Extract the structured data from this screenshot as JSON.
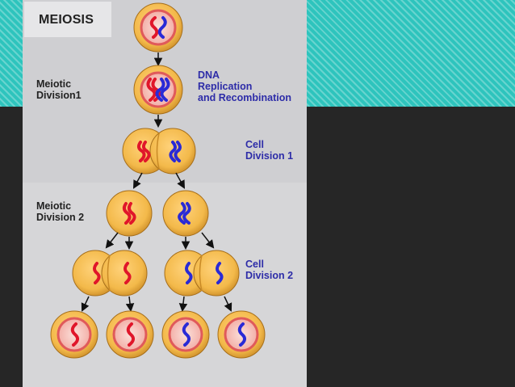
{
  "title": "MEIOSIS",
  "labels": {
    "meiotic_division_1": [
      "Meiotic",
      "Division1"
    ],
    "dna_replication": [
      "DNA",
      "Replication",
      "and Recombination"
    ],
    "cell_division_1": [
      "Cell",
      "Division 1"
    ],
    "meiotic_division_2": [
      "Meiotic",
      "Division 2"
    ],
    "cell_division_2": [
      "Cell",
      "Division 2"
    ]
  },
  "colors": {
    "teal_background": "#2ec4bd",
    "dark_background": "#262626",
    "panel": "#d6d6d8",
    "cell_fill": "#f3b94a",
    "nucleus_ring": "#e05a5a",
    "nucleus_fill": "#f7c3bd",
    "paternal_chromosome": "#e0162a",
    "maternal_chromosome": "#2a2ad6",
    "label_blue": "#2d2ca8"
  }
}
